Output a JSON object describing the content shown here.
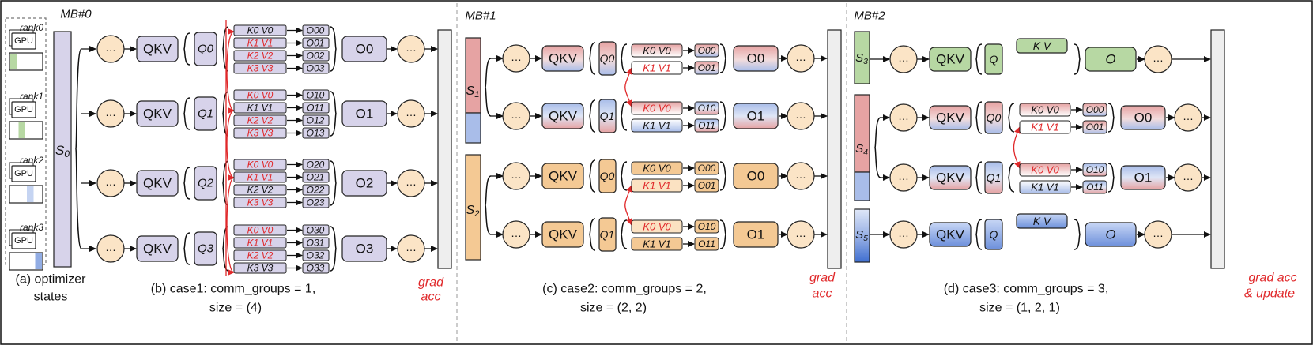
{
  "panel_a": {
    "ranks": [
      "rank0",
      "rank1",
      "rank2",
      "rank3"
    ],
    "gpu_label": "GPU",
    "caption_line1": "(a) optimizer",
    "caption_line2": "states"
  },
  "panel_b": {
    "mb_label": "MB#0",
    "s_label": "S",
    "s_sub": "0",
    "ellipsis": "…",
    "qkv": "QKV",
    "rows": [
      {
        "q": "Q0",
        "o": "O0",
        "kv": [
          "K0 V0",
          "K1 V1",
          "K2 V2",
          "K3 V3"
        ],
        "kv_red": [
          false,
          true,
          true,
          true
        ],
        "outs": [
          "O00",
          "O01",
          "O02",
          "O03"
        ]
      },
      {
        "q": "Q1",
        "o": "O1",
        "kv": [
          "K0 V0",
          "K1 V1",
          "K2 V2",
          "K3 V3"
        ],
        "kv_red": [
          true,
          false,
          true,
          true
        ],
        "outs": [
          "O10",
          "O11",
          "O12",
          "O13"
        ]
      },
      {
        "q": "Q2",
        "o": "O2",
        "kv": [
          "K0 V0",
          "K1 V1",
          "K2 V2",
          "K3 V3"
        ],
        "kv_red": [
          true,
          true,
          false,
          true
        ],
        "outs": [
          "O20",
          "O21",
          "O22",
          "O23"
        ]
      },
      {
        "q": "Q3",
        "o": "O3",
        "kv": [
          "K0 V0",
          "K1 V1",
          "K2 V2",
          "K3 V3"
        ],
        "kv_red": [
          true,
          true,
          true,
          false
        ],
        "outs": [
          "O30",
          "O31",
          "O32",
          "O33"
        ]
      }
    ],
    "grad_line1": "grad",
    "grad_line2": "acc",
    "caption_line1": "(b) case1: comm_groups = 1,",
    "caption_line2": "size = (4)"
  },
  "panel_c": {
    "mb_label": "MB#1",
    "ellipsis": "…",
    "qkv": "QKV",
    "groups": [
      {
        "s": "S",
        "sub": "1",
        "rows": [
          {
            "q": "Q0",
            "o": "O0",
            "kv": [
              "K0 V0",
              "K1 V1"
            ],
            "kv_red": [
              false,
              true
            ],
            "outs": [
              "O00",
              "O01"
            ]
          },
          {
            "q": "Q1",
            "o": "O1",
            "kv": [
              "K0 V0",
              "K1 V1"
            ],
            "kv_red": [
              true,
              false
            ],
            "outs": [
              "O10",
              "O11"
            ]
          }
        ]
      },
      {
        "s": "S",
        "sub": "2",
        "rows": [
          {
            "q": "Q0",
            "o": "O0",
            "kv": [
              "K0 V0",
              "K1 V1"
            ],
            "kv_red": [
              false,
              true
            ],
            "outs": [
              "O00",
              "O01"
            ]
          },
          {
            "q": "Q1",
            "o": "O1",
            "kv": [
              "K0 V0",
              "K1 V1"
            ],
            "kv_red": [
              true,
              false
            ],
            "outs": [
              "O10",
              "O11"
            ]
          }
        ]
      }
    ],
    "grad_line1": "grad",
    "grad_line2": "acc",
    "caption_line1": "(c) case2: comm_groups = 2,",
    "caption_line2": "size = (2, 2)"
  },
  "panel_d": {
    "mb_label": "MB#2",
    "ellipsis": "…",
    "qkv": "QKV",
    "s3": {
      "s": "S",
      "sub": "3",
      "q": "Q",
      "kv": "K V",
      "o": "O"
    },
    "s4": {
      "s": "S",
      "sub": "4",
      "rows": [
        {
          "q": "Q0",
          "o": "O0",
          "kv": [
            "K0 V0",
            "K1 V1"
          ],
          "kv_red": [
            false,
            true
          ],
          "outs": [
            "O00",
            "O01"
          ]
        },
        {
          "q": "Q1",
          "o": "O1",
          "kv": [
            "K0 V0",
            "K1 V1"
          ],
          "kv_red": [
            true,
            false
          ],
          "outs": [
            "O10",
            "O11"
          ]
        }
      ]
    },
    "s5": {
      "s": "S",
      "sub": "5",
      "q": "Q",
      "kv": "K V",
      "o": "O"
    },
    "grad_line1": "grad acc",
    "grad_line2": "& update",
    "caption_line1": "(d) case3: comm_groups = 3,",
    "caption_line2": "size = (1, 2, 1)"
  },
  "colors": {
    "lavender": "#d7d3ea",
    "lavender_stroke": "#3a3a55",
    "circle": "#fbe4c6",
    "orange": "#f6cc98",
    "pink": "#e6a3a3",
    "blue": "#a9bde9",
    "green": "#b7d8a3",
    "dark_blue": "#5f86d6",
    "light_blue": "#c5d4f2",
    "red_text": "#e0282a",
    "gray_bar": "#eeeeee"
  }
}
